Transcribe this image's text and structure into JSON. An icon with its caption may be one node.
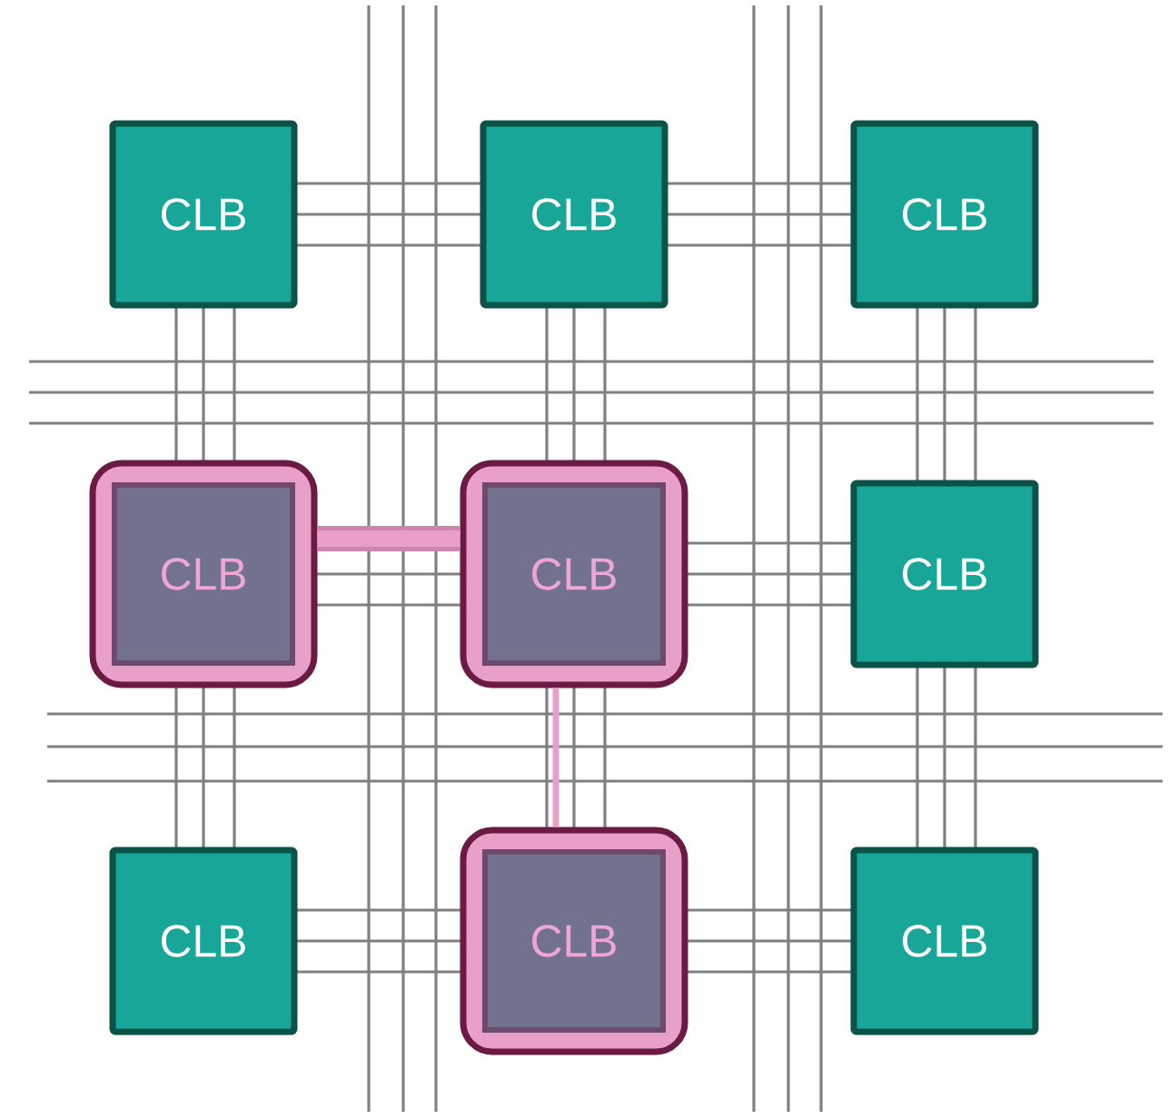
{
  "diagram": {
    "nodes": [
      {
        "text": [
          "CLB"
        ]
      },
      {
        "text": [
          "CLB"
        ]
      },
      {
        "text": [
          "CLB"
        ]
      },
      {
        "text": [
          "CLB"
        ]
      },
      {
        "text": [
          "CLB"
        ]
      },
      {
        "text": [
          "CLB"
        ]
      },
      {
        "text": [
          "CLB"
        ]
      },
      {
        "text": [
          "CLB"
        ]
      },
      {
        "text": [
          "CLB"
        ]
      }
    ],
    "edges": [
      {
        "from": 3,
        "to": 4,
        "arrow": "none",
        "style": "thick"
      },
      {
        "from": 4,
        "to": 7,
        "arrow": "none"
      }
    ]
  }
}
